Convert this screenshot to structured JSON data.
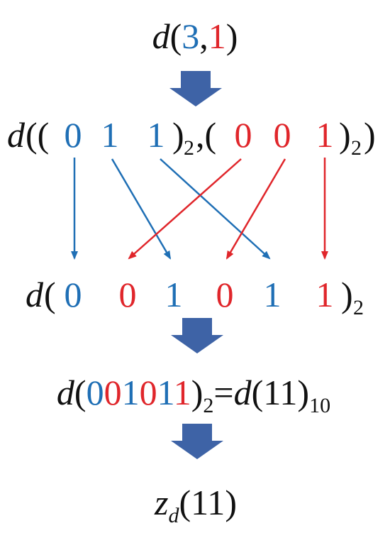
{
  "colors": {
    "blue": "#1f6fb5",
    "red": "#e0262b",
    "black": "#111111",
    "big_arrow": "#3e63a6"
  },
  "line1": {
    "fn": "d",
    "open": "(",
    "a": "3",
    "comma": ",",
    "b": "1",
    "close": ")"
  },
  "line2": {
    "fn": "d",
    "open": "((",
    "bits_a": [
      "0",
      "1",
      "1"
    ],
    "close_a": ")",
    "sub_a": "2",
    "sep": ",(",
    "bits_b": [
      "0",
      "0",
      "1"
    ],
    "close_b": ")",
    "sub_b": "2",
    "end": ")"
  },
  "line3": {
    "fn": "d",
    "open": "(",
    "bits": [
      {
        "v": "0",
        "c": "blue"
      },
      {
        "v": "0",
        "c": "red"
      },
      {
        "v": "1",
        "c": "blue"
      },
      {
        "v": "0",
        "c": "red"
      },
      {
        "v": "1",
        "c": "blue"
      },
      {
        "v": "1",
        "c": "red"
      }
    ],
    "close": ")",
    "sub": "2"
  },
  "line4": {
    "fn": "d",
    "open": "(",
    "bits": [
      {
        "v": "0",
        "c": "blue"
      },
      {
        "v": "0",
        "c": "red"
      },
      {
        "v": "1",
        "c": "blue"
      },
      {
        "v": "0",
        "c": "red"
      },
      {
        "v": "1",
        "c": "blue"
      },
      {
        "v": "1",
        "c": "red"
      }
    ],
    "close": ")",
    "sub": "2",
    "eq": "=",
    "fn2": "d",
    "open2": "(",
    "val": "11",
    "close2": ")",
    "sub2": "10"
  },
  "line5": {
    "fn": "z",
    "fn_sub": "d",
    "open": "(",
    "val": "11",
    "close": ")"
  }
}
